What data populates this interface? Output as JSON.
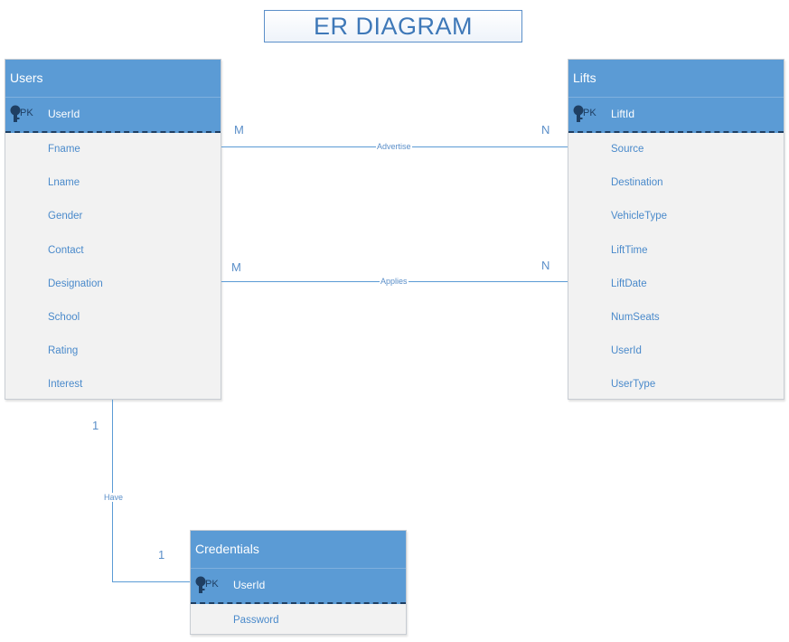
{
  "title": "ER DIAGRAM",
  "entities": {
    "users": {
      "name": "Users",
      "pk_label": "PK",
      "pk_field": "UserId",
      "attributes": [
        "Fname",
        "Lname",
        "Gender",
        "Contact",
        "Designation",
        "School",
        "Rating",
        "Interest"
      ]
    },
    "lifts": {
      "name": "Lifts",
      "pk_label": "PK",
      "pk_field": "LiftId",
      "attributes": [
        "Source",
        "Destination",
        "VehicleType",
        "LiftTime",
        "LiftDate",
        "NumSeats",
        "UserId",
        "UserType"
      ]
    },
    "credentials": {
      "name": "Credentials",
      "pk_label": "PK",
      "pk_field": "UserId",
      "attributes": [
        "Password"
      ]
    }
  },
  "relationships": {
    "advertise": {
      "label": "Advertise",
      "from_card": "M",
      "to_card": "N"
    },
    "applies": {
      "label": "Applies",
      "from_card": "M",
      "to_card": "N"
    },
    "have": {
      "label": "Have",
      "from_card": "1",
      "to_card": "1"
    }
  },
  "colors": {
    "header": "#5b9bd5",
    "body": "#f2f2f2",
    "text": "#4a8acb",
    "key_icon": "#1f3f63"
  }
}
